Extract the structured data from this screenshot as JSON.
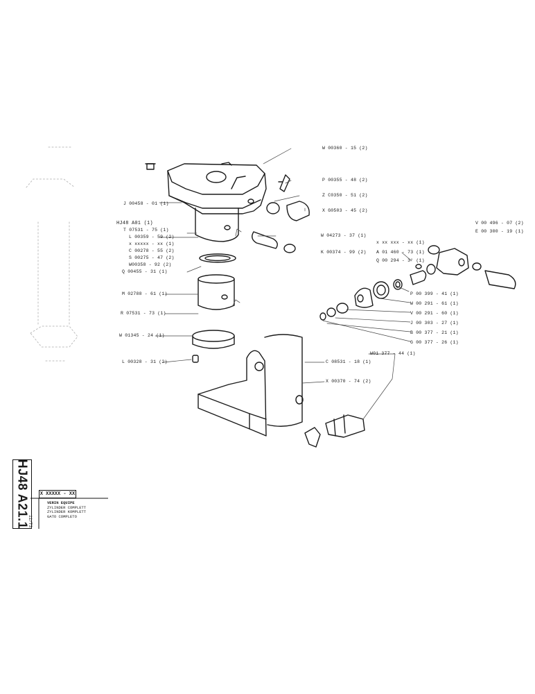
{
  "labels": {
    "w00360": "W 00360 - 15 (2)",
    "p00355": "P 00355 - 48 (2)",
    "z00350": "Z C0350 - 51 (2)",
    "x00503": "X G0503 - 45 (2)",
    "j00458": "J 00458 - 01 (1)",
    "hj48": "HJ48  A01  (1)",
    "t07531": "T 07531 - 75 (1)",
    "l00359": "L 00359 - 59 (2)",
    "xx_a": "x  xxxxx - xx (1)",
    "c00278": "C 00278 - 55 (2)",
    "s00275": "S 00275 - 47 (2)",
    "w00358": "W00358 - 92 (2)",
    "q00455": "Q 00455 - 31 (1)",
    "w04273": "W 04273 - 37 (1)",
    "k00374": "K 00374 - 99 (2)",
    "v00496": "V 00 496 - 07 (2)",
    "e00300": "E 00 300 - 19 (1)",
    "xx_b": "x  xx xxx - xx (1)",
    "a01460": "A  01 460 - 73 (1)",
    "q00294": "Q 00 294 - 3° (1)",
    "m02788": "M 02788 - 61 (1)",
    "r07531": "R 07531 - 73 (1)",
    "p00399": "P 00 399 - 41 (1)",
    "w00291": "W 00 291 - 61 (1)",
    "v00291": "V 00 291 - 60 (1)",
    "j00303": "J 00 303 - 27 (1)",
    "b00377": "B 00 377 - 21 (1)",
    "g00377": "G 00 377 - 26 (1)",
    "w01345": "W 01345 - 24 (1)",
    "w01377": "W01 377 - 44 (1)",
    "l00328": "L 00328 - 31 (2)",
    "c08531": "C 08531 - 18 (1)",
    "x00370": "X 00370 - 74 (2)"
  },
  "title_block": {
    "reference": "HJ48  A21.1",
    "revision": "11/73",
    "code": "X  XXXXX - XX",
    "description": [
      "VERIN EQUIPE",
      "ZYLINDER COMPLETT",
      "ZYLINDER KOMPLETT",
      "GATO COMPLETO"
    ]
  }
}
